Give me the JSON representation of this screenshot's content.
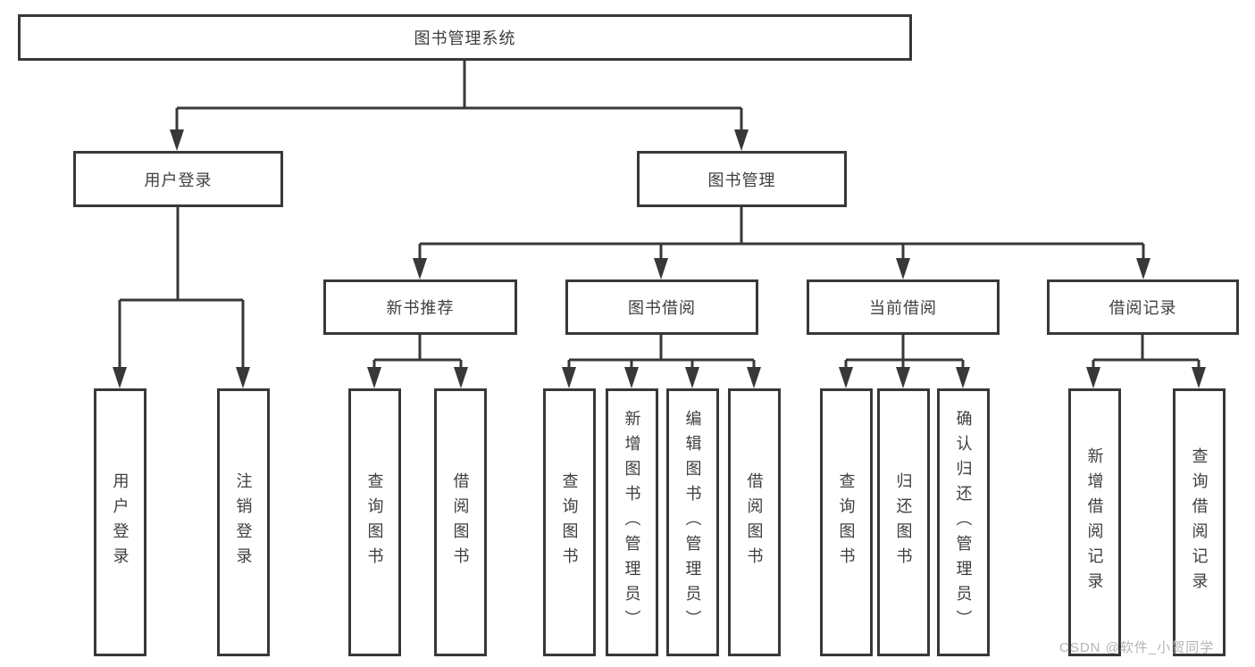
{
  "diagram": {
    "root": {
      "label": "图书管理系统"
    },
    "level2": {
      "user_login": {
        "label": "用户登录"
      },
      "book_management": {
        "label": "图书管理"
      }
    },
    "level3": {
      "new_book_recommend": {
        "label": "新书推荐"
      },
      "book_borrowing": {
        "label": "图书借阅"
      },
      "current_borrowing": {
        "label": "当前借阅"
      },
      "borrowing_records": {
        "label": "借阅记录"
      }
    },
    "leaves": {
      "user_login": [
        "用户登录",
        "注销登录"
      ],
      "new_book_recommend": [
        "查询图书",
        "借阅图书"
      ],
      "book_borrowing": [
        "查询图书",
        "新增图书（管理员）",
        "编辑图书（管理员）",
        "借阅图书"
      ],
      "current_borrowing": [
        "查询图书",
        "归还图书",
        "确认归还（管理员）"
      ],
      "borrowing_records": [
        "新增借阅记录",
        "查询借阅记录"
      ]
    }
  },
  "watermark": "CSDN @软件_小贺同学",
  "colors": {
    "line": "#383838",
    "text": "#3e3e3e",
    "watermark": "#b5b5b5",
    "background": "#ffffff"
  }
}
